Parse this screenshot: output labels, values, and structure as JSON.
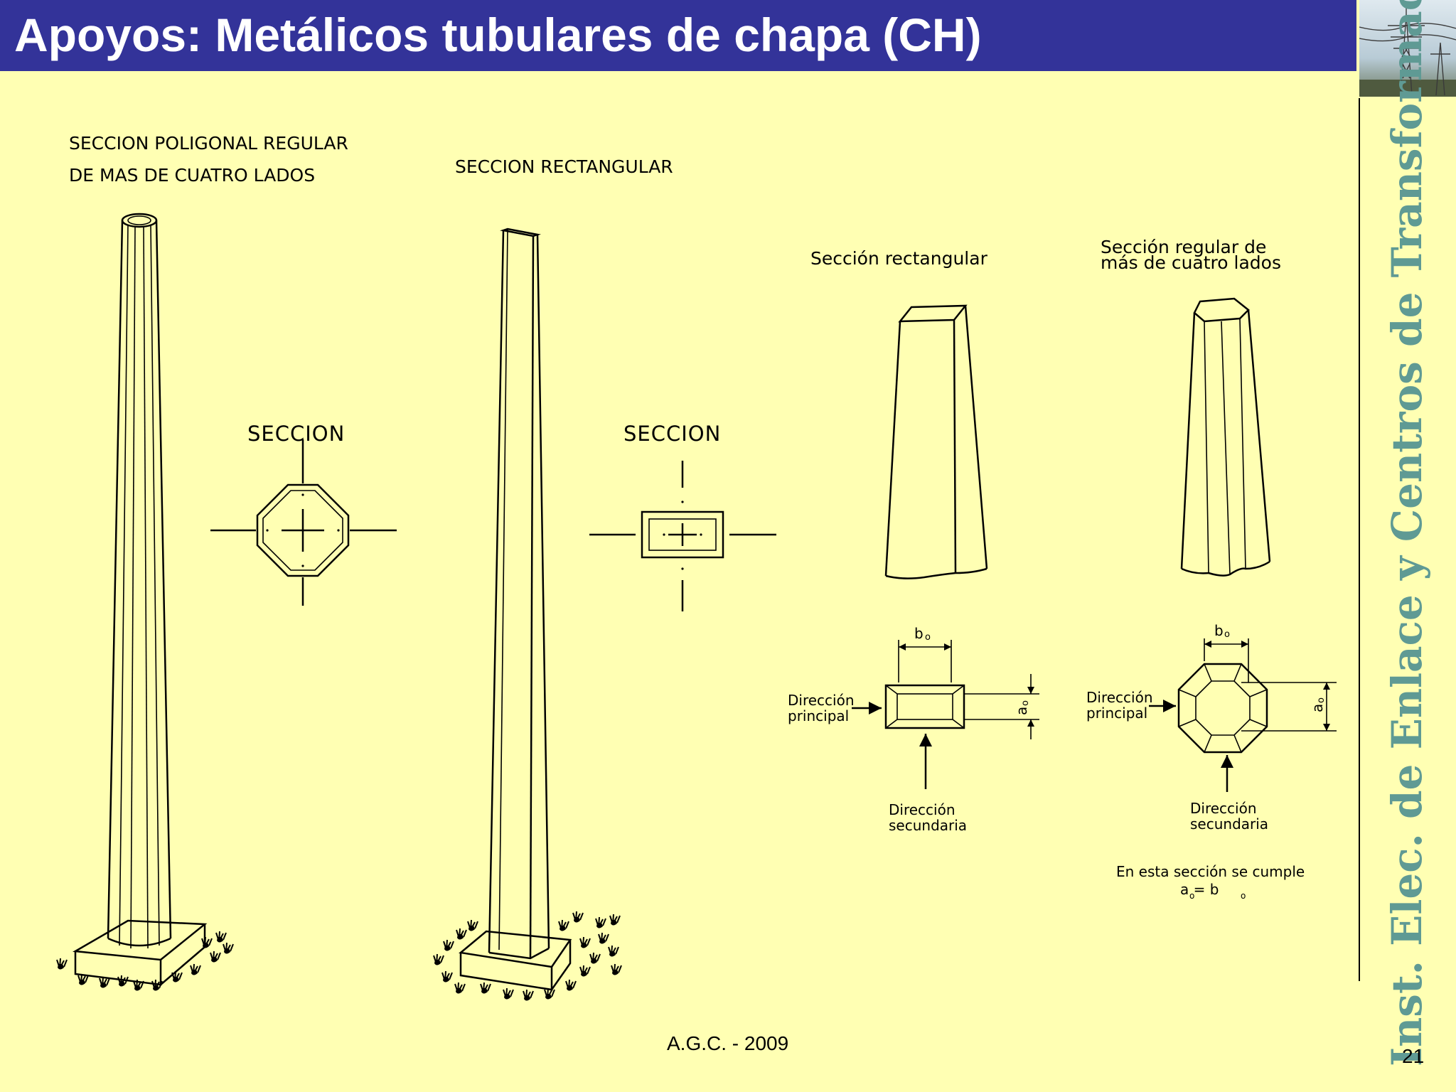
{
  "slide": {
    "title": "Apoyos: Metálicos tubulares de chapa (CH)",
    "side_caption": "Inst. Elec. de Enlace y Centros de Transformación",
    "footer": "A.G.C. - 2009",
    "page_number": "21"
  },
  "colors": {
    "background": "#ffffb3",
    "title_bar": "#333399",
    "title_text": "#ffffff",
    "side_caption": "#5f9a94"
  },
  "labels": {
    "polygonal_heading_1": "SECCION POLIGONAL REGULAR",
    "polygonal_heading_2": "DE MAS DE CUATRO LADOS",
    "rect_heading": "SECCION RECTANGULAR",
    "section_1": "SECCION",
    "section_2": "SECCION",
    "rect_section_title": "Sección rectangular",
    "poly_section_title_1": "Sección regular de",
    "poly_section_title_2": "más de cuatro lados",
    "dim_b1": "b",
    "dim_b1_sub": "o",
    "dim_a1": "a",
    "dim_a1_sub": "o",
    "dim_b2": "b",
    "dim_b2_sub": "o",
    "dim_a2": "a",
    "dim_a2_sub": "o",
    "principal_1a": "Dirección",
    "principal_1b": "principal",
    "secondary_1a": "Dirección",
    "secondary_1b": "secundaria",
    "principal_2a": "Dirección",
    "principal_2b": "principal",
    "secondary_2a": "Dirección",
    "secondary_2b": "secundaria",
    "note_1": "En esta sección se cumple",
    "note_2": "a  =  b"
  },
  "icons": {
    "photo": "power-tower-photo-icon"
  }
}
